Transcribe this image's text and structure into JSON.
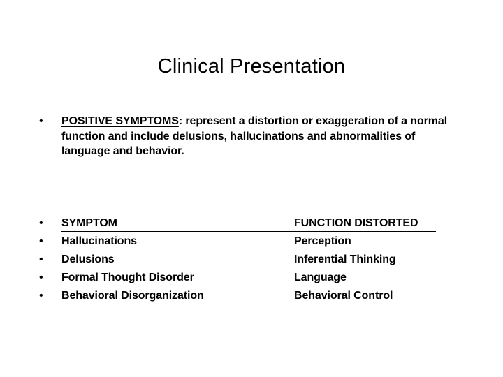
{
  "slide": {
    "title": "Clinical Presentation",
    "background_color": "#ffffff",
    "text_color": "#000000",
    "bullet_glyph": "•"
  },
  "paragraph": {
    "bullet": "•",
    "lead_underlined": "POSITIVE SYMPTOMS",
    "rest": ": represent a distortion or exaggeration of a normal function and include delusions, hallucinations and abnormalities of language and behavior."
  },
  "table": {
    "bullet": "•",
    "headers": {
      "symptom": "SYMPTOM",
      "function": "FUNCTION DISTORTED"
    },
    "rows": [
      {
        "symptom": "Hallucinations",
        "function": "Perception"
      },
      {
        "symptom": "Delusions",
        "function": "Inferential Thinking"
      },
      {
        "symptom": "Formal Thought Disorder",
        "function": "Language"
      },
      {
        "symptom": "Behavioral Disorganization",
        "function": "Behavioral Control"
      }
    ]
  }
}
